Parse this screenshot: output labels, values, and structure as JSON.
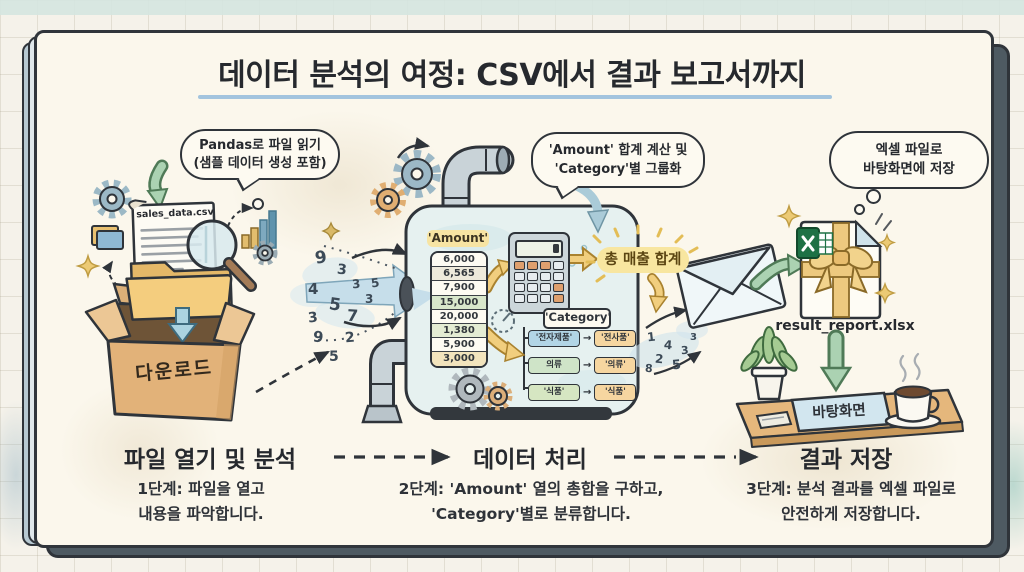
{
  "title": "데이터 분석의 여정: CSV에서 결과 보고서까지",
  "stage1": {
    "bubble": [
      "Pandas로 파일 읽기",
      "(샘플 데이터 생성 포함)"
    ],
    "file_name": "sales_data.csv",
    "box_label": "다운로드"
  },
  "stage2": {
    "bubble": [
      "'Amount' 합계 계산 및",
      "'Category'별 그룹화"
    ],
    "amount_header": "'Amount'",
    "amount_values": [
      "6,000",
      "6,565",
      "7,900",
      "15,000",
      "20,000",
      "1,380",
      "5,900",
      "3,000"
    ],
    "total_badge": "총 매출 합계",
    "category_header": "'Category'",
    "category_rows": [
      {
        "left": "'전자제품'",
        "right": "'전사품'"
      },
      {
        "left": "의류",
        "right": "'의류'"
      },
      {
        "left": "'식품'",
        "right": "'식품'"
      }
    ],
    "digits_in": [
      "9",
      "3",
      "4",
      "3",
      "5",
      "3",
      "7",
      "3",
      "5",
      "9",
      "2",
      "5"
    ],
    "digits_out": [
      "1",
      "4",
      "3",
      "2",
      "5",
      "8",
      "3"
    ]
  },
  "stage3": {
    "bubble": [
      "엑셀 파일로",
      "바탕화면에 저장"
    ],
    "file_name": "result_report.xlsx",
    "desktop_label": "바탕화면"
  },
  "steps": [
    {
      "title": "파일 열기 및 분석",
      "lines": [
        "1단계: 파일을 열고",
        "내용을 파악합니다."
      ]
    },
    {
      "title": "데이터 처리",
      "lines": [
        "2단계: 'Amount' 열의 총합을 구하고,",
        "'Category'별로 분류합니다."
      ]
    },
    {
      "title": "결과 저장",
      "lines": [
        "3단계: 분석 결과를 엑셀 파일로",
        "안전하게 저장합니다."
      ]
    }
  ],
  "colors": {
    "ink": "#2f343a",
    "underline_blue": "#a3c4de",
    "highlight_yellow": "#f8e6a0",
    "tag_yellow": "#f7e4a3",
    "category_orange": "#f6d6a0",
    "machine_blue": "#e6f1f0",
    "arrow_green": "#abd2b2",
    "arrow_blue": "#c6deea",
    "excel_green": "#1e7145",
    "box_brown": "#e2b279",
    "desk_brown": "#e5b77c",
    "mat_blue": "#d2e6ef"
  }
}
